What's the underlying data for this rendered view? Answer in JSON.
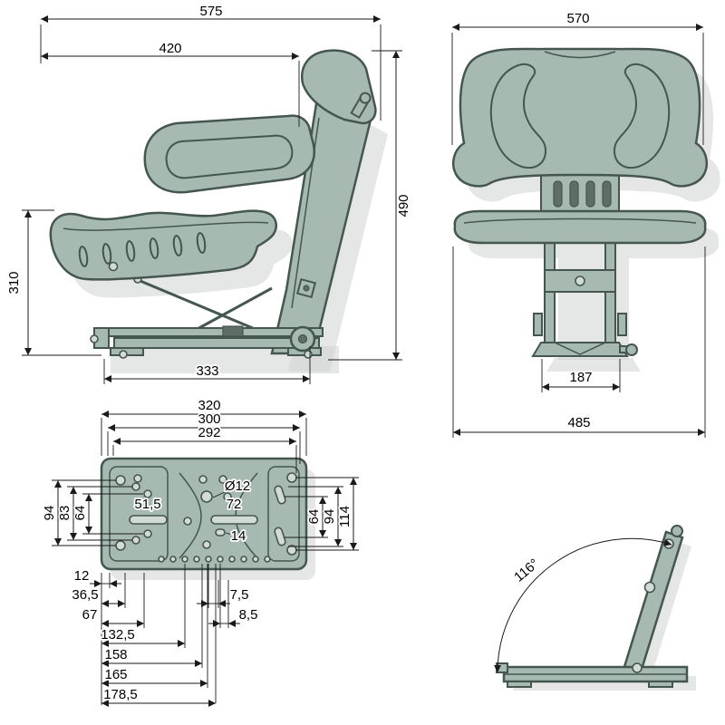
{
  "colors": {
    "seat-fill": "#a7bab2",
    "seat-stroke": "#45564f",
    "hole-fill": "#d3dbd7",
    "slot-fill": "#5e6e67",
    "dim-line": "#1a1a1a",
    "shadow": "#cfd4d1",
    "background": "#ffffff"
  },
  "side": {
    "overall_depth": "575",
    "seat_depth": "420",
    "overall_height": "490",
    "seat_height": "310",
    "base_length": "333"
  },
  "front": {
    "overall_width": "570",
    "rail_spacing": "187",
    "base_width": "485"
  },
  "plate": {
    "width_outer": "320",
    "width_mid": "300",
    "width_inner": "292",
    "hole_diameter": "Ø12",
    "slot_left": "51,5",
    "slot_right": "72",
    "slot_small": "14",
    "left_outer": "94",
    "left_mid": "83",
    "left_inner": "64",
    "right_inner": "64",
    "right_mid": "94",
    "right_outer": "114",
    "b_12": "12",
    "b_36_5": "36,5",
    "b_67": "67",
    "b_132_5": "132,5",
    "b_158": "158",
    "b_165": "165",
    "b_178_5": "178,5",
    "offset_7_5": "7,5",
    "offset_8_5": "8,5"
  },
  "angle": {
    "backrest_angle": "116°"
  }
}
